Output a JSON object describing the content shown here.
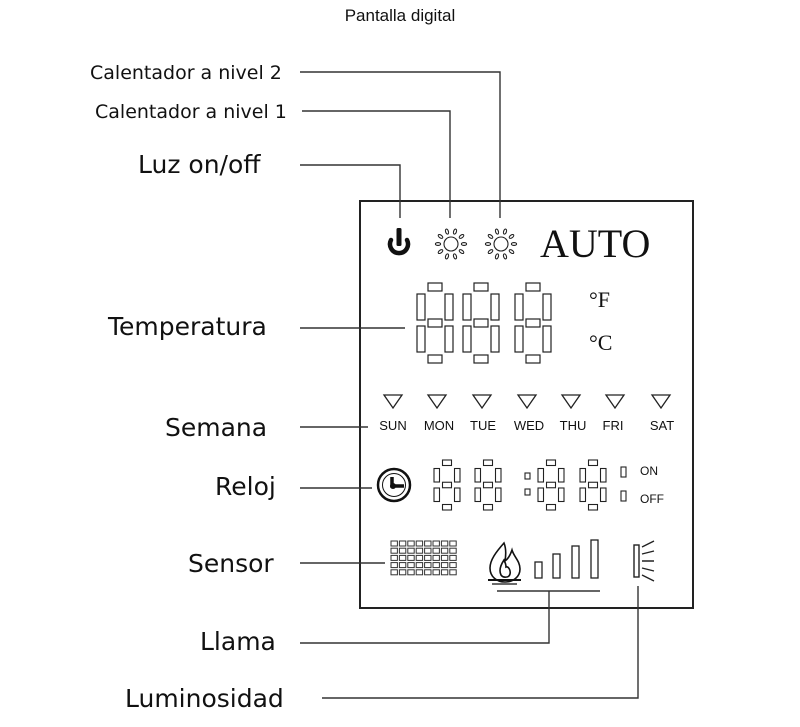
{
  "title": "Pantalla digital",
  "labels": {
    "heater_level_2": "Calentador a nivel 2",
    "heater_level_1": "Calentador a nivel 1",
    "light_on_off": "Luz on/off",
    "temperature": "Temperatura",
    "week": "Semana",
    "clock": "Reloj",
    "sensor": "Sensor",
    "flame": "Llama",
    "brightness": "Luminosidad"
  },
  "display": {
    "mode": "AUTO",
    "unit_f": "°F",
    "unit_c": "°C",
    "days": [
      "SUN",
      "MON",
      "TUE",
      "WED",
      "THU",
      "FRI",
      "SAT"
    ],
    "timer_on": "ON",
    "timer_off": "OFF",
    "flame_bar_levels": 4
  },
  "icons": {
    "power": "power-icon",
    "heater_1": "sun-icon",
    "heater_2": "sun-icon",
    "clock": "clock-icon",
    "sensor": "sensor-grid-icon",
    "flame": "flame-icon",
    "brightness": "light-bar-icon"
  }
}
